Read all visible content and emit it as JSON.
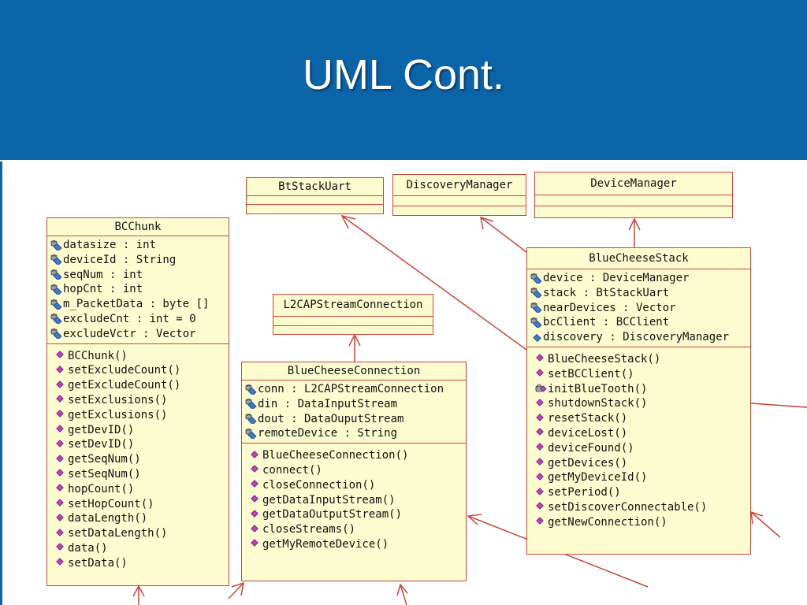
{
  "slide": {
    "title": "UML Cont."
  },
  "colors": {
    "header_bg": "#0b64a8",
    "class_fill": "#fcfcd0",
    "class_border": "#c8463a",
    "connector": "#c8463a"
  },
  "classes": {
    "btstackuart": {
      "name": "BtStackUart",
      "attributes": [],
      "operations": []
    },
    "discoverymanager": {
      "name": "DiscoveryManager",
      "attributes": [],
      "operations": []
    },
    "devicemanager": {
      "name": "DeviceManager",
      "attributes": [],
      "operations": []
    },
    "l2capstreamconnection": {
      "name": "L2CAPStreamConnection",
      "attributes": [],
      "operations": []
    },
    "bcchunk": {
      "name": "BCChunk",
      "attributes": [
        {
          "text": "datasize : int",
          "icon": "private-attribute-icon"
        },
        {
          "text": "deviceId : String",
          "icon": "private-attribute-icon"
        },
        {
          "text": "seqNum : int",
          "icon": "private-attribute-icon"
        },
        {
          "text": "hopCnt : int",
          "icon": "private-attribute-icon"
        },
        {
          "text": "m_PacketData : byte []",
          "icon": "private-attribute-icon"
        },
        {
          "text": "excludeCnt : int = 0",
          "icon": "private-attribute-icon"
        },
        {
          "text": "excludeVctr : Vector",
          "icon": "private-attribute-icon"
        }
      ],
      "operations": [
        {
          "text": "BCChunk()",
          "icon": "public-operation-icon"
        },
        {
          "text": "setExcludeCount()",
          "icon": "public-operation-icon"
        },
        {
          "text": "getExcludeCount()",
          "icon": "public-operation-icon"
        },
        {
          "text": "setExclusions()",
          "icon": "public-operation-icon"
        },
        {
          "text": "getExclusions()",
          "icon": "public-operation-icon"
        },
        {
          "text": "getDevID()",
          "icon": "public-operation-icon"
        },
        {
          "text": "setDevID()",
          "icon": "public-operation-icon"
        },
        {
          "text": "getSeqNum()",
          "icon": "public-operation-icon"
        },
        {
          "text": "setSeqNum()",
          "icon": "public-operation-icon"
        },
        {
          "text": "hopCount()",
          "icon": "public-operation-icon"
        },
        {
          "text": "setHopCount()",
          "icon": "public-operation-icon"
        },
        {
          "text": "dataLength()",
          "icon": "public-operation-icon"
        },
        {
          "text": "setDataLength()",
          "icon": "public-operation-icon"
        },
        {
          "text": "data()",
          "icon": "public-operation-icon"
        },
        {
          "text": "setData()",
          "icon": "public-operation-icon"
        }
      ]
    },
    "bluecheeseconnection": {
      "name": "BlueCheeseConnection",
      "attributes": [
        {
          "text": "conn : L2CAPStreamConnection",
          "icon": "private-attribute-icon"
        },
        {
          "text": "din : DataInputStream",
          "icon": "private-attribute-icon"
        },
        {
          "text": "dout : DataOuputStream",
          "icon": "private-attribute-icon"
        },
        {
          "text": "remoteDevice : String",
          "icon": "private-attribute-icon"
        }
      ],
      "operations": [
        {
          "text": "BlueCheeseConnection()",
          "icon": "public-operation-icon"
        },
        {
          "text": "connect()",
          "icon": "public-operation-icon"
        },
        {
          "text": "closeConnection()",
          "icon": "public-operation-icon"
        },
        {
          "text": "getDataInputStream()",
          "icon": "public-operation-icon"
        },
        {
          "text": "getDataOutputStream()",
          "icon": "public-operation-icon"
        },
        {
          "text": "closeStreams()",
          "icon": "public-operation-icon"
        },
        {
          "text": "getMyRemoteDevice()",
          "icon": "public-operation-icon"
        }
      ]
    },
    "bluecheesestack": {
      "name": "BlueCheeseStack",
      "attributes": [
        {
          "text": "device : DeviceManager",
          "icon": "private-attribute-icon"
        },
        {
          "text": "stack : BtStackUart",
          "icon": "private-attribute-icon"
        },
        {
          "text": "nearDevices : Vector",
          "icon": "private-attribute-icon"
        },
        {
          "text": "bcClient : BCClient",
          "icon": "private-attribute-icon"
        },
        {
          "text": "discovery : DiscoveryManager",
          "icon": "public-attribute-icon"
        }
      ],
      "operations": [
        {
          "text": "BlueCheeseStack()",
          "icon": "public-operation-icon"
        },
        {
          "text": "setBCClient()",
          "icon": "public-operation-icon"
        },
        {
          "text": "initBlueTooth()",
          "icon": "private-operation-icon"
        },
        {
          "text": "shutdownStack()",
          "icon": "public-operation-icon"
        },
        {
          "text": "resetStack()",
          "icon": "public-operation-icon"
        },
        {
          "text": "deviceLost()",
          "icon": "public-operation-icon"
        },
        {
          "text": "deviceFound()",
          "icon": "public-operation-icon"
        },
        {
          "text": "getDevices()",
          "icon": "public-operation-icon"
        },
        {
          "text": "getMyDeviceId()",
          "icon": "public-operation-icon"
        },
        {
          "text": "setPeriod()",
          "icon": "public-operation-icon"
        },
        {
          "text": "setDiscoverConnectable()",
          "icon": "public-operation-icon"
        },
        {
          "text": "getNewConnection()",
          "icon": "public-operation-icon"
        }
      ]
    }
  }
}
